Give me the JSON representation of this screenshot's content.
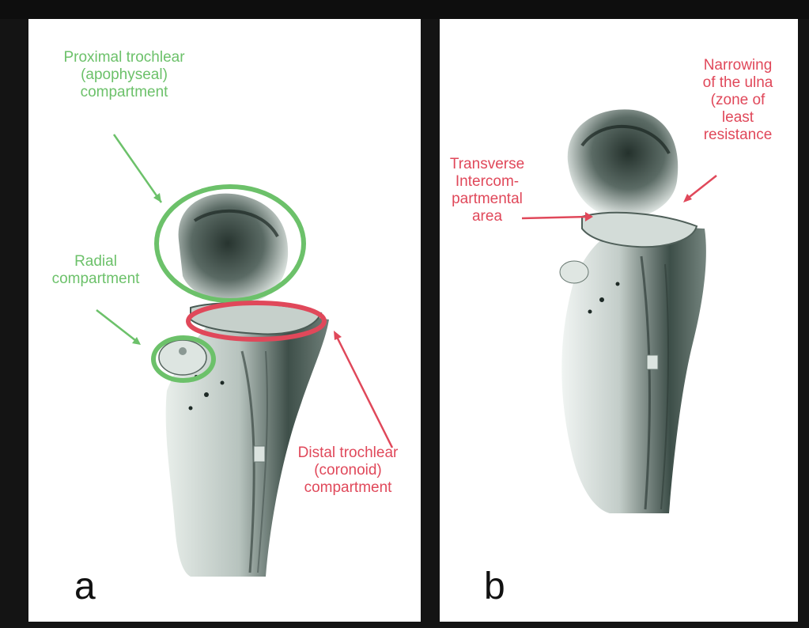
{
  "panel_a": {
    "letter": "a",
    "labels": {
      "proximal": "Proximal trochlear\n(apophyseal)\ncompartment",
      "radial": "Radial\ncompartment",
      "distal": "Distal trochlear\n(coronoid)\ncompartment"
    }
  },
  "panel_b": {
    "letter": "b",
    "labels": {
      "narrowing": "Narrowing\nof the ulna\n(zone of\nleast\nresistance",
      "transverse": "Transverse\nIntercom-\npartmental\narea"
    }
  },
  "colors": {
    "green": "#6cc16a",
    "red": "#e0485a",
    "bone_dark": "#1f2b28",
    "bone_mid": "#7c8c86",
    "bone_light": "#d9e0dc"
  }
}
